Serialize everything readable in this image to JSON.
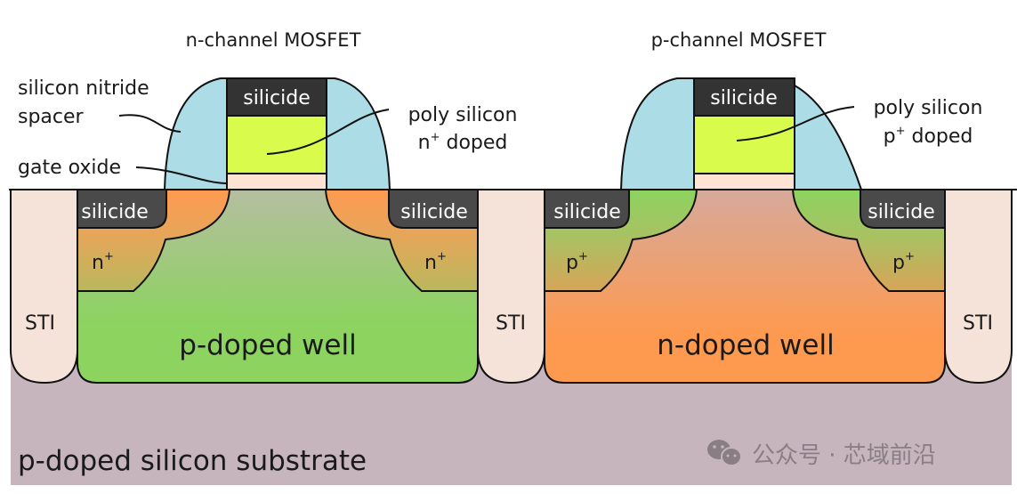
{
  "colors": {
    "substrate": "#c6b5bd",
    "p_well": "#8cd35f",
    "n_well": "#fe9a50",
    "sti": "#f5e3d9",
    "spacer": "#acdce6",
    "silicide": "#333333",
    "contact_silicide": "#4a4a4a",
    "poly": "#d9fb4c",
    "gate_oxide": "#fde3d3",
    "outline": "#111111"
  },
  "nmos": {
    "title": "n-channel MOSFET",
    "gate_silicide": "silicide",
    "source_silicide": "silicide",
    "drain_silicide": "silicide",
    "source_doping": "n",
    "drain_doping": "n",
    "doping_sup": "+",
    "well": "p-doped well"
  },
  "pmos": {
    "title": "p-channel MOSFET",
    "gate_silicide": "silicide",
    "source_silicide": "silicide",
    "drain_silicide": "silicide",
    "source_doping": "p",
    "drain_doping": "p",
    "doping_sup": "+",
    "well": "n-doped well"
  },
  "annotations": {
    "spacer_line1": "silicon nitride",
    "spacer_line2": "spacer",
    "gate_oxide": "gate oxide",
    "poly_n_line1": "poly silicon",
    "poly_n_line2_base": "n",
    "poly_n_line2_sup": "+",
    "poly_n_line2_rest": " doped",
    "poly_p_line1": "poly silicon",
    "poly_p_line2_base": "p",
    "poly_p_line2_sup": "+",
    "poly_p_line2_rest": " doped"
  },
  "sti": {
    "left": "STI",
    "middle": "STI",
    "right": "STI"
  },
  "substrate_label": "p-doped silicon substrate",
  "watermark": {
    "icon": "wechat-icon",
    "text": "公众号 · 芯域前沿"
  }
}
